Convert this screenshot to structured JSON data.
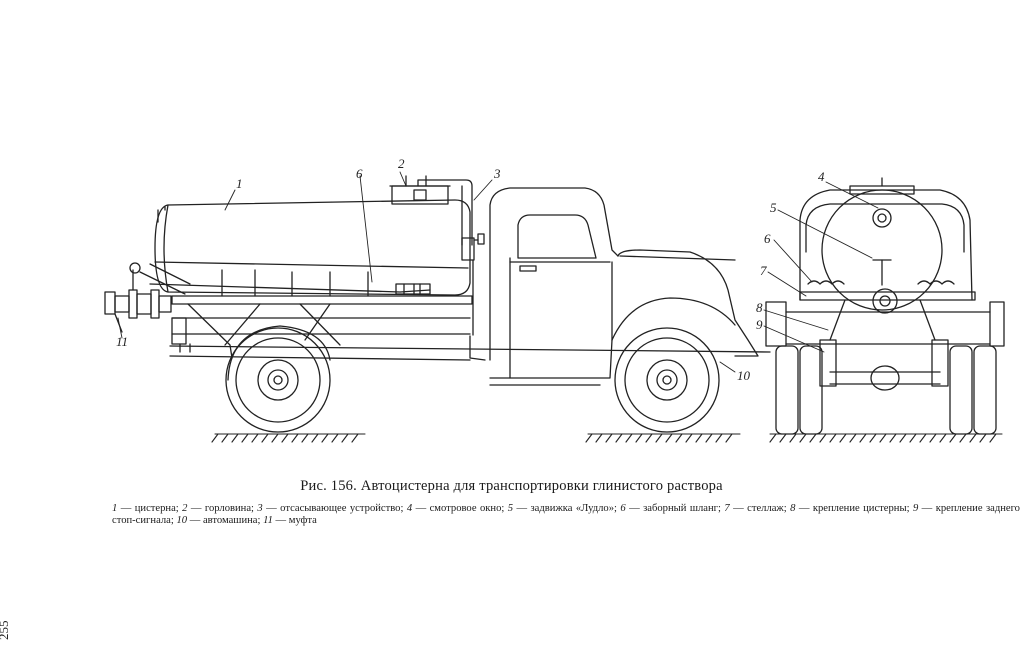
{
  "figure": {
    "callouts": [
      "1",
      "2",
      "3",
      "4",
      "5",
      "6",
      "7",
      "8",
      "9",
      "10",
      "11",
      "6"
    ],
    "caption": "Рис. 156. Автоцистерна для транспортировки глинистого раствора",
    "legend": [
      {
        "num": "1",
        "text": "— цистерна;"
      },
      {
        "num": "2",
        "text": "— горловина;"
      },
      {
        "num": "3",
        "text": "— отсасывающее устройство;"
      },
      {
        "num": "4",
        "text": "— смотровое окно;"
      },
      {
        "num": "5",
        "text": "— задвижка «Лудло»;"
      },
      {
        "num": "6",
        "text": "— заборный шланг;"
      },
      {
        "num": "7",
        "text": "— стеллаж;"
      },
      {
        "num": "8",
        "text": "— крепление цистерны;"
      },
      {
        "num": "9",
        "text": "— крепление заднего стоп-сигнала;"
      },
      {
        "num": "10",
        "text": "— автомашина;"
      },
      {
        "num": "11",
        "text": "— муфта"
      }
    ]
  },
  "page_number": "255"
}
